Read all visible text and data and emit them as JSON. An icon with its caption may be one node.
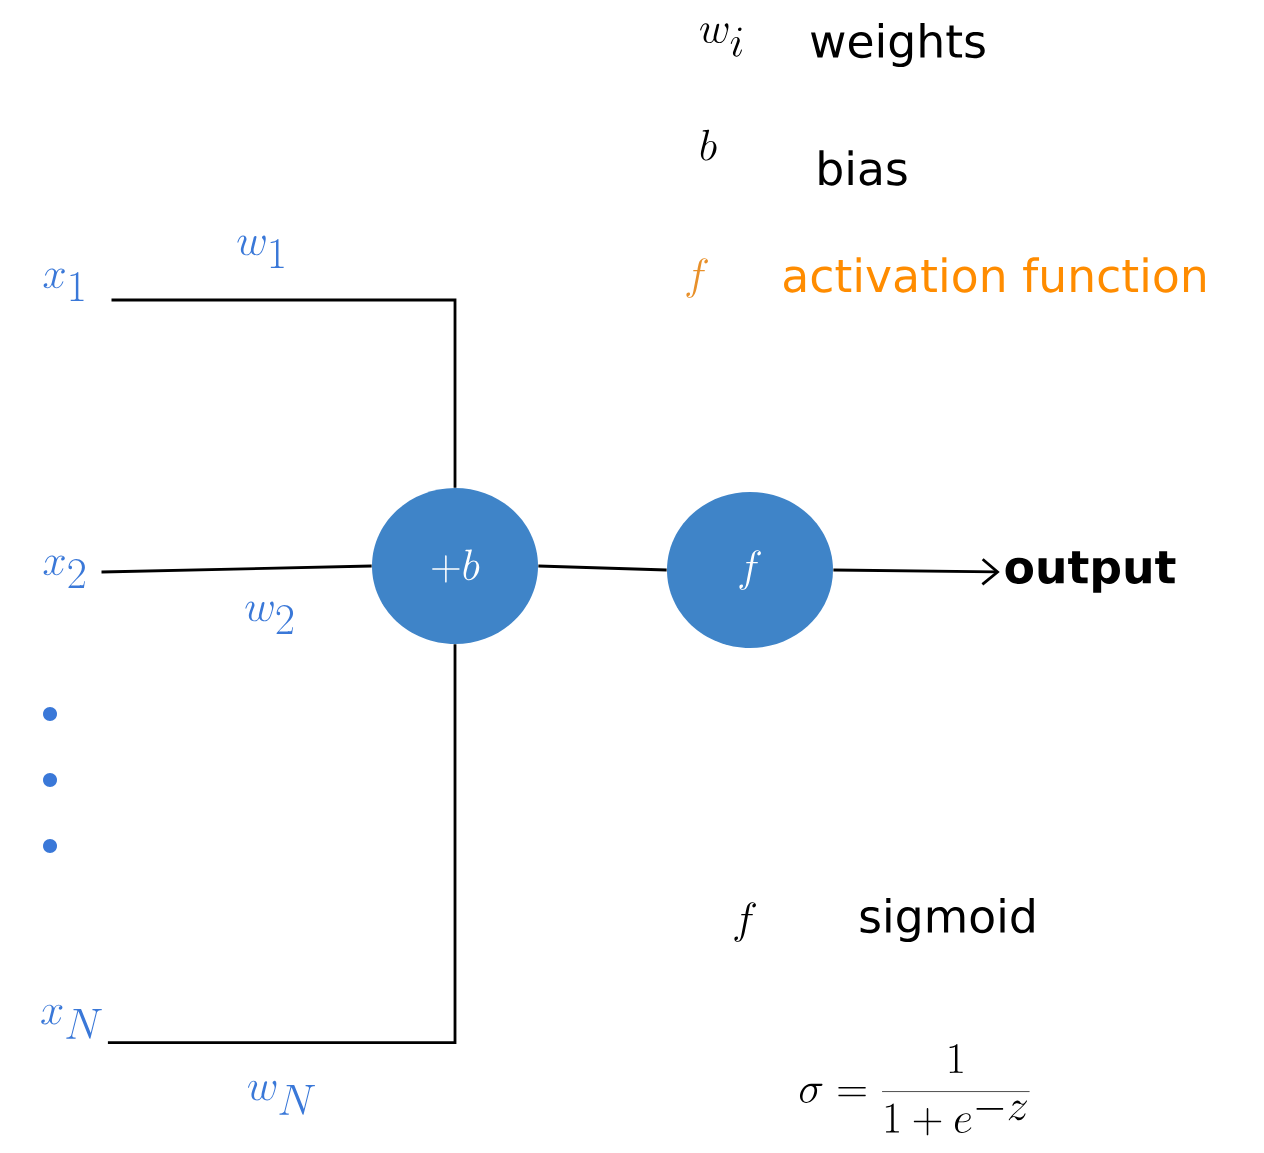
{
  "diagram": {
    "nodes": [
      {
        "text": [
          "x_1"
        ]
      },
      {
        "text": [
          "x_2"
        ]
      },
      {
        "text": [
          "x_N"
        ]
      },
      {
        "text": [
          "+b"
        ]
      },
      {
        "text": [
          "f"
        ]
      },
      {
        "text": [
          "output"
        ]
      }
    ],
    "edges": [
      {
        "from": 0,
        "to": 3,
        "arrow": "none",
        "label": "w_1"
      },
      {
        "from": 1,
        "to": 3,
        "arrow": "none",
        "label": "w_2"
      },
      {
        "from": 2,
        "to": 3,
        "arrow": "none",
        "label": "w_N"
      },
      {
        "from": 3,
        "to": 4,
        "arrow": "none"
      },
      {
        "from": 4,
        "to": 5,
        "arrow": "to"
      }
    ],
    "labels": [
      "w_i",
      "weights",
      "b",
      "bias",
      "f",
      "activation function",
      "f",
      "sigmoid",
      "\\sigma = \\frac{1}{1+e^{-z}}"
    ]
  }
}
